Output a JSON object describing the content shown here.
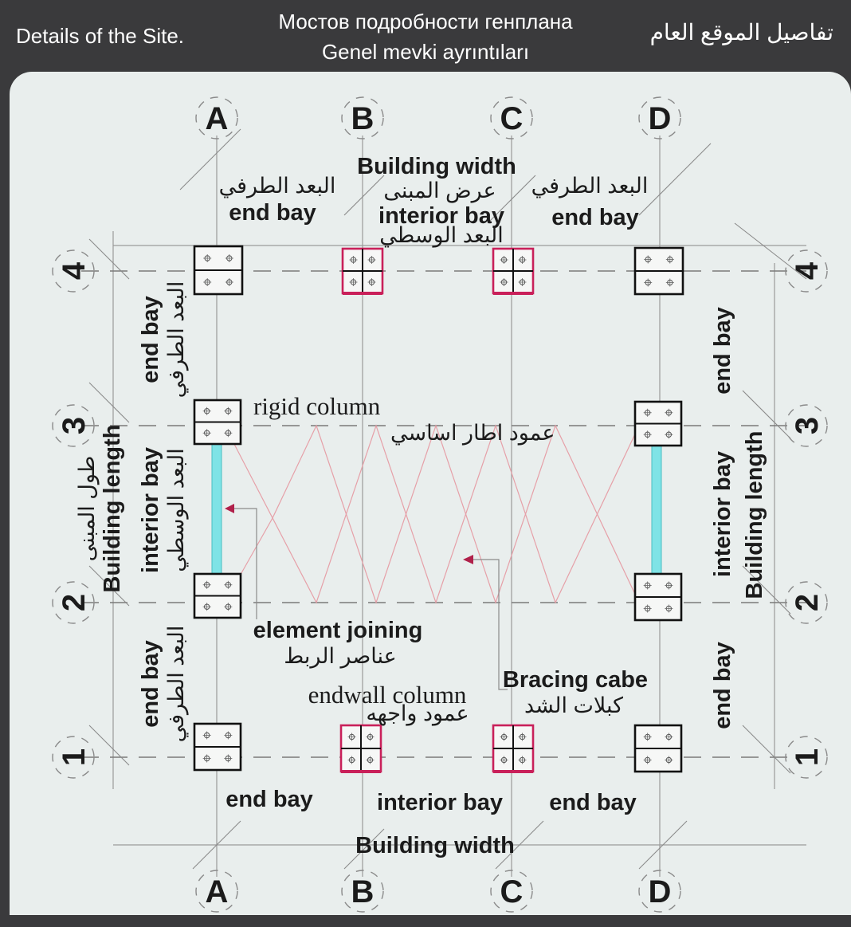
{
  "header": {
    "title_en": "Details of the Site.",
    "title_ru": "Мостов подробности генплана",
    "title_tr": "Genel mevki ayrıntıları",
    "title_ar": "تفاصيل الموقع العام"
  },
  "axes": {
    "columns": [
      "A",
      "B",
      "C",
      "D"
    ],
    "rows": [
      "4",
      "3",
      "2",
      "1"
    ]
  },
  "top": {
    "building_width": "Building width",
    "building_width_ar": "عرض المبنى",
    "left_end_bay_ar": "البعد الطرفي",
    "left_end_bay": "end bay",
    "interior_bay": "interior bay",
    "interior_bay_ar": "البعد الوسطي",
    "right_end_bay_ar": "البعد الطرفي",
    "right_end_bay": "end bay"
  },
  "bottom": {
    "left_end_bay": "end bay",
    "interior_bay": "interior bay",
    "right_end_bay": "end bay",
    "building_width": "Building width"
  },
  "left": {
    "top_end_bay": "end bay",
    "top_end_bay_ar": "البعد الطرفي",
    "interior_bay": "interior bay",
    "interior_bay_ar": "البعد الوسطي",
    "building_length": "Building length",
    "building_length_ar": "طول المبنى",
    "bottom_end_bay": "end bay",
    "bottom_end_bay_ar": "البعد الطرفي"
  },
  "right": {
    "top_end_bay": "end bay",
    "interior_bay": "interior bay",
    "building_length": "Building length",
    "bottom_end_bay": "end bay"
  },
  "annotations": {
    "rigid_column": "rigid column",
    "rigid_column_ar": "عمود اطار اساسي",
    "element_joining": "element joining",
    "element_joining_ar": "عناصر الربط",
    "endwall_column": "endwall column",
    "endwall_column_ar": "عمود واجهه",
    "bracing_cable": "Bracing cabe",
    "bracing_cable_ar": "كبلات الشد"
  },
  "colors": {
    "background": "#3a3a3c",
    "panel": "#e9eeed",
    "endwall_plate": "#c9205a",
    "strut": "#7fe3e6",
    "bracing": "#e6a0a8"
  }
}
